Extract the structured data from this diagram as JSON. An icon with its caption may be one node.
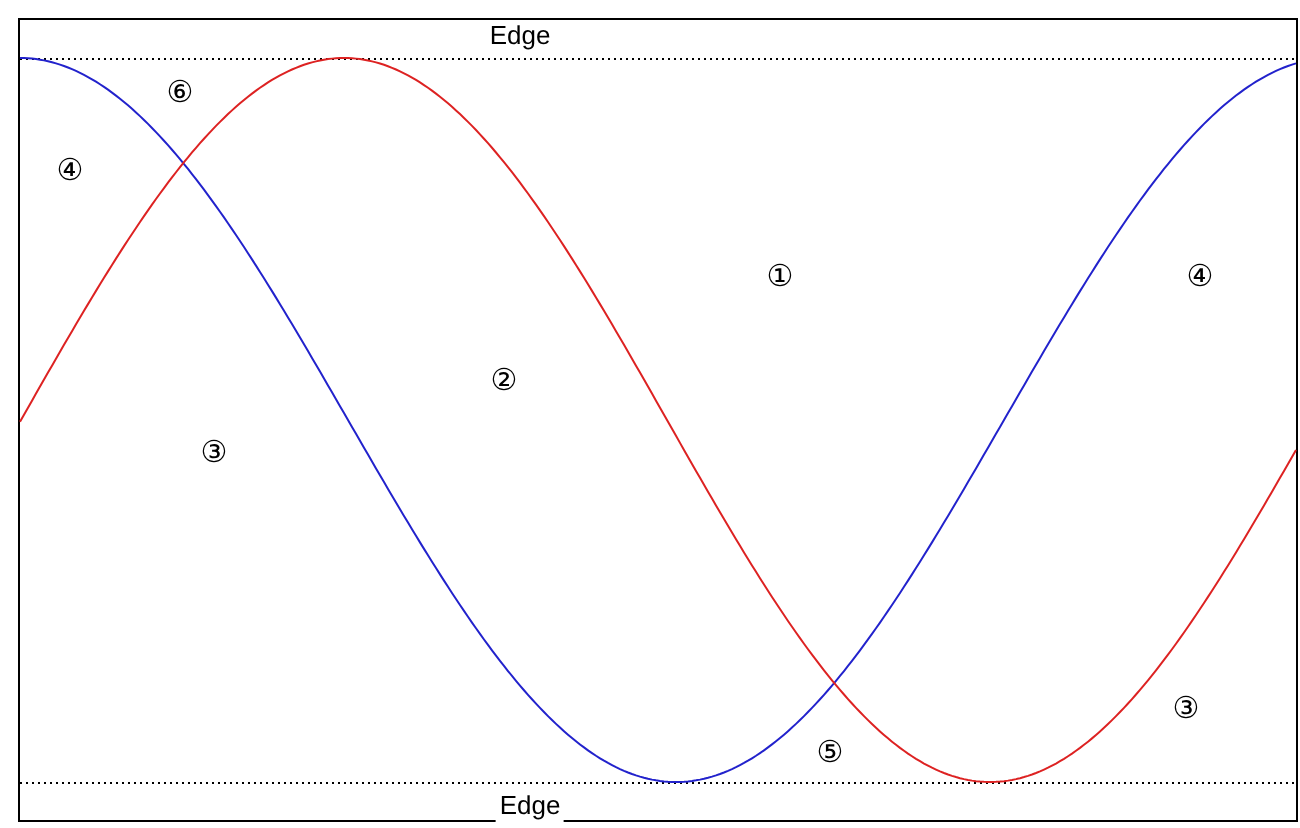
{
  "diagram": {
    "labels": [
      "Edge",
      "⑥",
      "④",
      "①",
      "④",
      "②",
      "③",
      "③",
      "⑤",
      "Edge"
    ]
  }
}
